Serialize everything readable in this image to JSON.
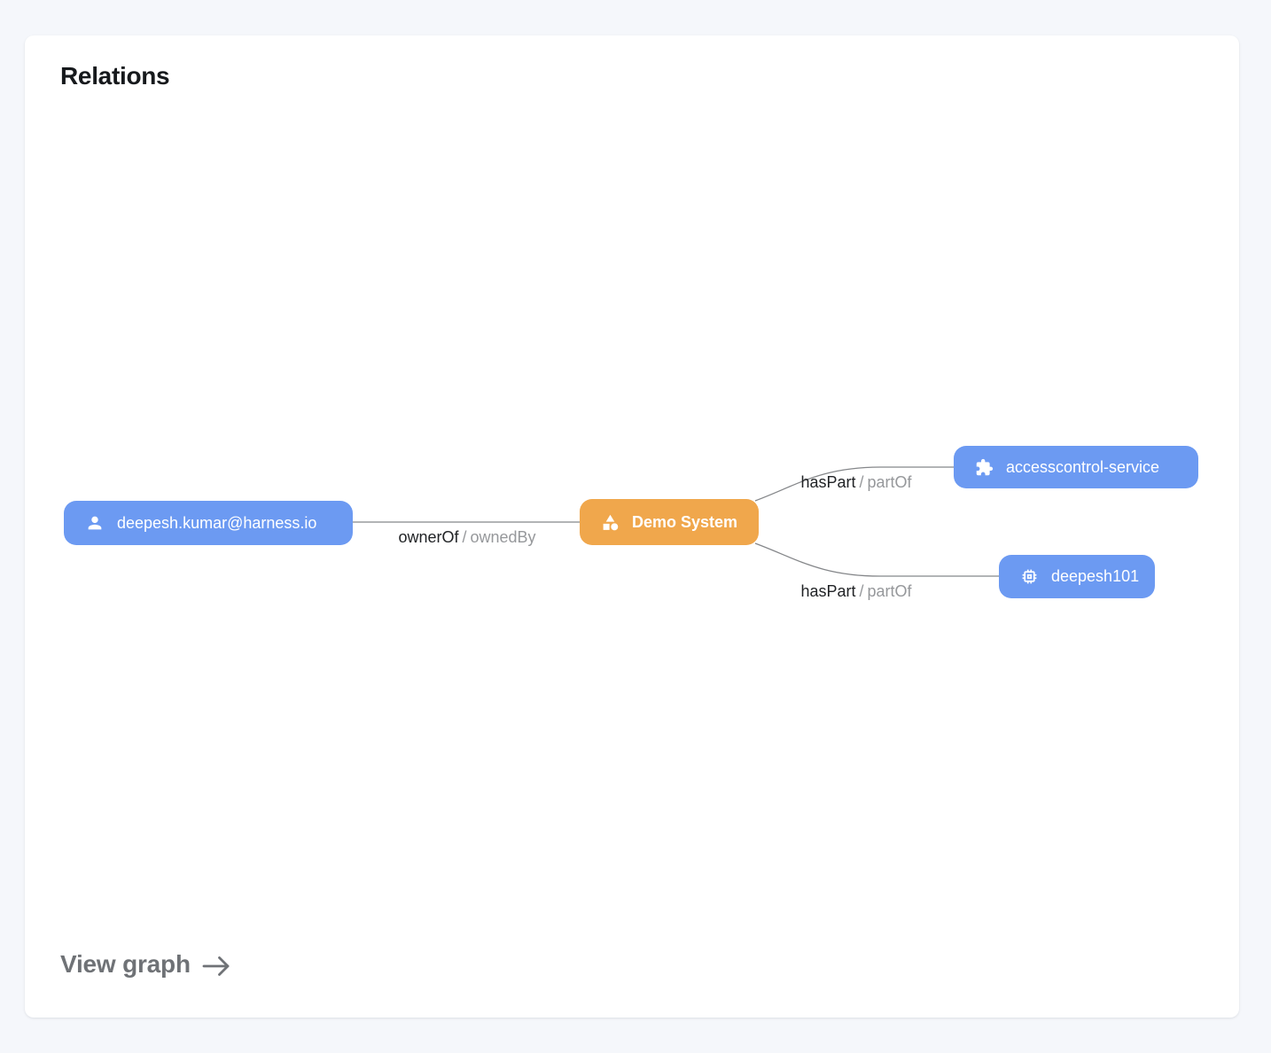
{
  "card": {
    "title": "Relations",
    "footer_link_label": "View graph"
  },
  "colors": {
    "node_blue": "#6c9af2",
    "node_orange": "#f0a74c",
    "edge_gray": "#85878a"
  },
  "graph": {
    "nodes": [
      {
        "id": "user",
        "label": "deepesh.kumar@harness.io",
        "icon": "user-icon",
        "color": "blue"
      },
      {
        "id": "system",
        "label": "Demo System",
        "icon": "category-icon",
        "color": "orange",
        "emphasis": true
      },
      {
        "id": "service",
        "label": "accesscontrol-service",
        "icon": "puzzle-icon",
        "color": "blue"
      },
      {
        "id": "resource",
        "label": "deepesh101",
        "icon": "chip-icon",
        "color": "blue"
      }
    ],
    "edges": [
      {
        "from": "user",
        "to": "system",
        "primary": "ownerOf",
        "separator": "/",
        "secondary": "ownedBy"
      },
      {
        "from": "system",
        "to": "service",
        "primary": "hasPart",
        "separator": "/",
        "secondary": "partOf"
      },
      {
        "from": "system",
        "to": "resource",
        "primary": "hasPart",
        "separator": "/",
        "secondary": "partOf"
      }
    ]
  }
}
